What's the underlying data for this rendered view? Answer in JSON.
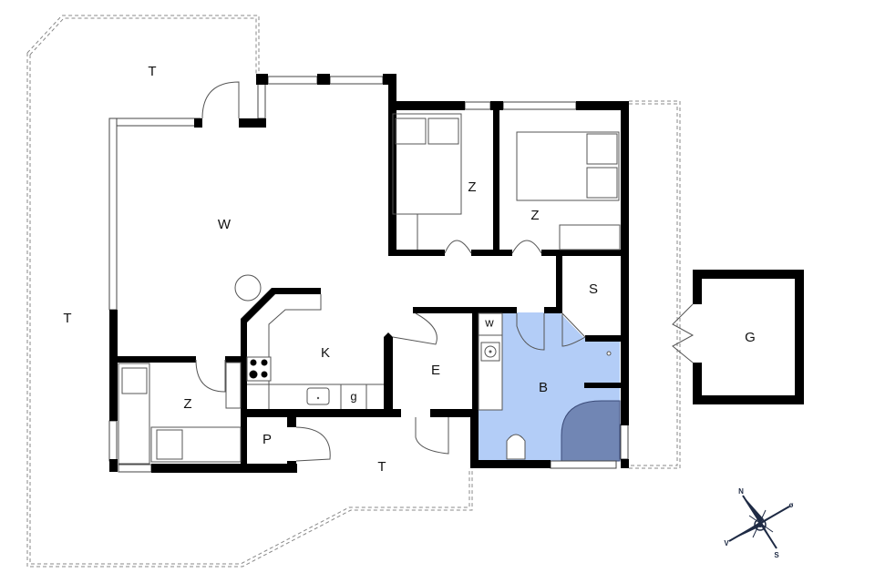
{
  "plan": {
    "type": "floor-plan",
    "colors": {
      "wall": "#000000",
      "bathroom_fill": "#b3cdf7",
      "shower_fill": "#7186b4",
      "terrace_outline": "#888888",
      "compass": "#1e2a44"
    },
    "rooms": [
      {
        "id": "terrace-north",
        "label": "T"
      },
      {
        "id": "terrace-west",
        "label": "T"
      },
      {
        "id": "terrace-south",
        "label": "T"
      },
      {
        "id": "living-room",
        "label": "W"
      },
      {
        "id": "bedroom-1",
        "label": "Z"
      },
      {
        "id": "bedroom-2",
        "label": "Z"
      },
      {
        "id": "bedroom-3",
        "label": "Z"
      },
      {
        "id": "kitchen",
        "label": "K"
      },
      {
        "id": "kitchen-appliance",
        "label": "g"
      },
      {
        "id": "entrance",
        "label": "E"
      },
      {
        "id": "storage",
        "label": "S"
      },
      {
        "id": "bathroom",
        "label": "B"
      },
      {
        "id": "washer",
        "label": "w"
      },
      {
        "id": "utility",
        "label": "P"
      },
      {
        "id": "shed",
        "label": "G"
      }
    ],
    "compass": {
      "north": "N",
      "east": "ø",
      "south": "S",
      "west": "V"
    }
  }
}
